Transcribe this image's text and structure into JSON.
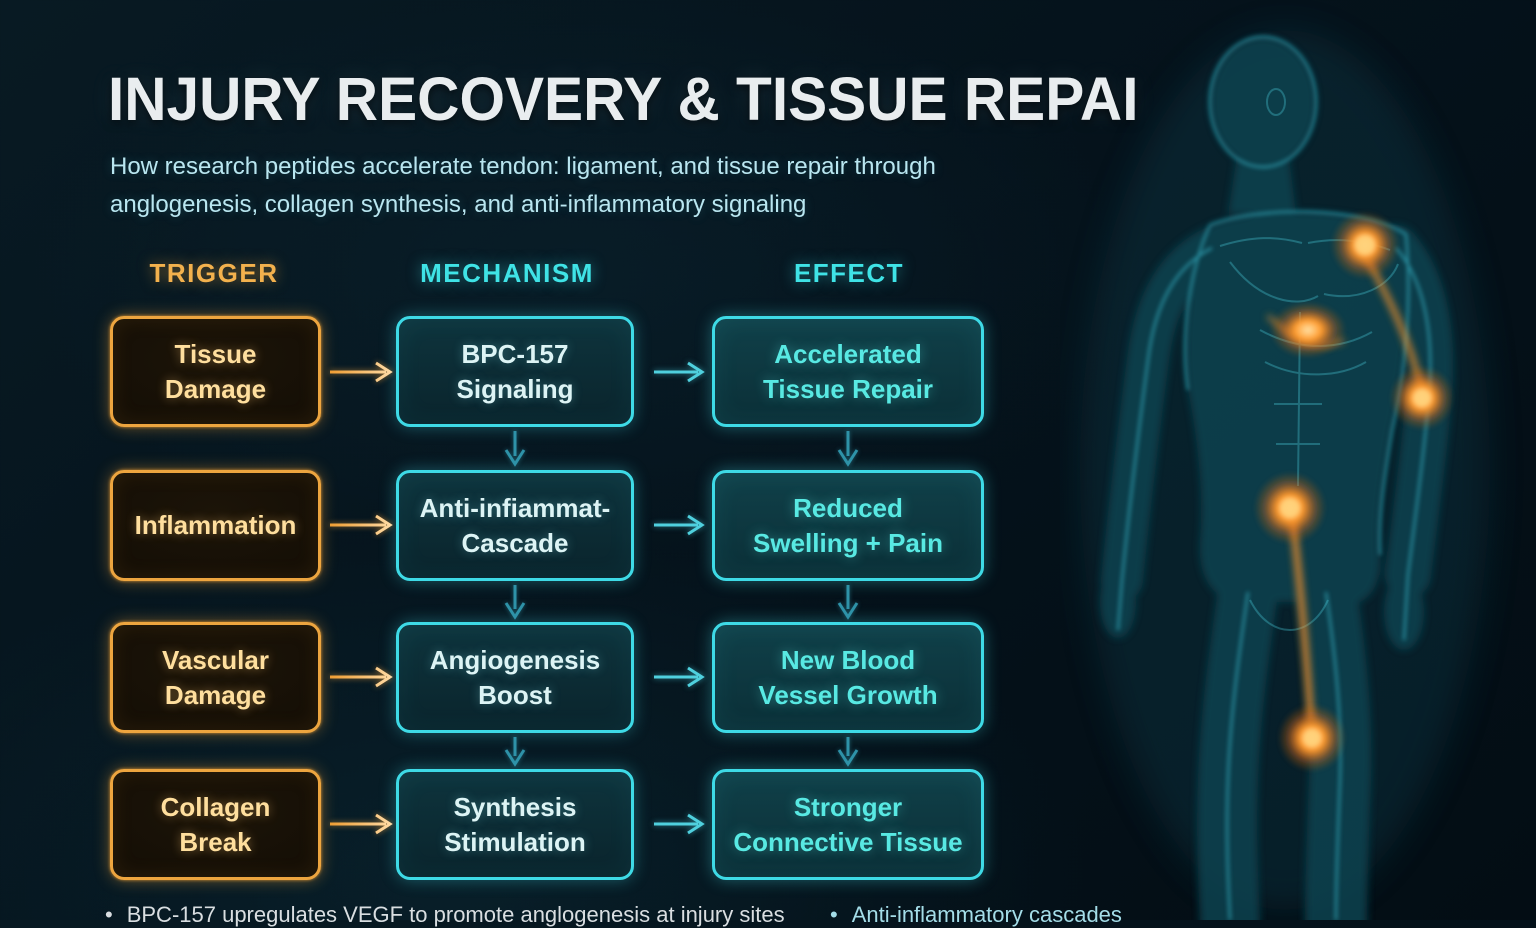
{
  "page": {
    "title": "INJURY RECOVERY & TISSUE REPAI",
    "subtitle_line1": "How research peptides accelerate tendon: ligament, and tissue repair through",
    "subtitle_line2": "anglogenesis, collagen synthesis, and anti-inflammatory signaling"
  },
  "columns": {
    "trigger": "TRIGGER",
    "mechanism": "MECHANISM",
    "effect": "EFFECT"
  },
  "flow": {
    "rows": [
      {
        "trigger": [
          "Tissue",
          "Damage"
        ],
        "mechanism": [
          "BPC-157",
          "Signaling"
        ],
        "effect": [
          "Accelerated",
          "Tissue Repair"
        ]
      },
      {
        "trigger": [
          "Inflammation",
          ""
        ],
        "mechanism": [
          "Anti-infiammat-",
          "Cascade"
        ],
        "effect": [
          "Reduced",
          "Swelling + Pain"
        ]
      },
      {
        "trigger": [
          "Vascular",
          "Damage"
        ],
        "mechanism": [
          "Angiogenesis",
          "Boost"
        ],
        "effect": [
          "New Blood",
          "Vessel Growth"
        ]
      },
      {
        "trigger": [
          "Collagen",
          "Break"
        ],
        "mechanism": [
          "Synthesis",
          "Stimulation"
        ],
        "effect": [
          "Stronger",
          "Connective Tissue"
        ]
      }
    ]
  },
  "footnotes": [
    {
      "marker": "•",
      "text": "BPC-157 upregulates VEGF to promote anglogenesis at injury sites"
    },
    {
      "marker": "•",
      "text": "Anti-inflammatory cascades"
    }
  ],
  "illustration": {
    "name": "human-body-xray",
    "hotspots": [
      "shoulder",
      "ribcage",
      "elbow",
      "hip",
      "femur",
      "knee"
    ],
    "body_color": "#2ab4cc",
    "glow_color": "#ff9428"
  },
  "colors": {
    "accent_orange": "#eda53f",
    "accent_cyan": "#3edae6",
    "title": "#e9edef",
    "subtitle": "#b9e6f0",
    "background": "#05131c"
  }
}
